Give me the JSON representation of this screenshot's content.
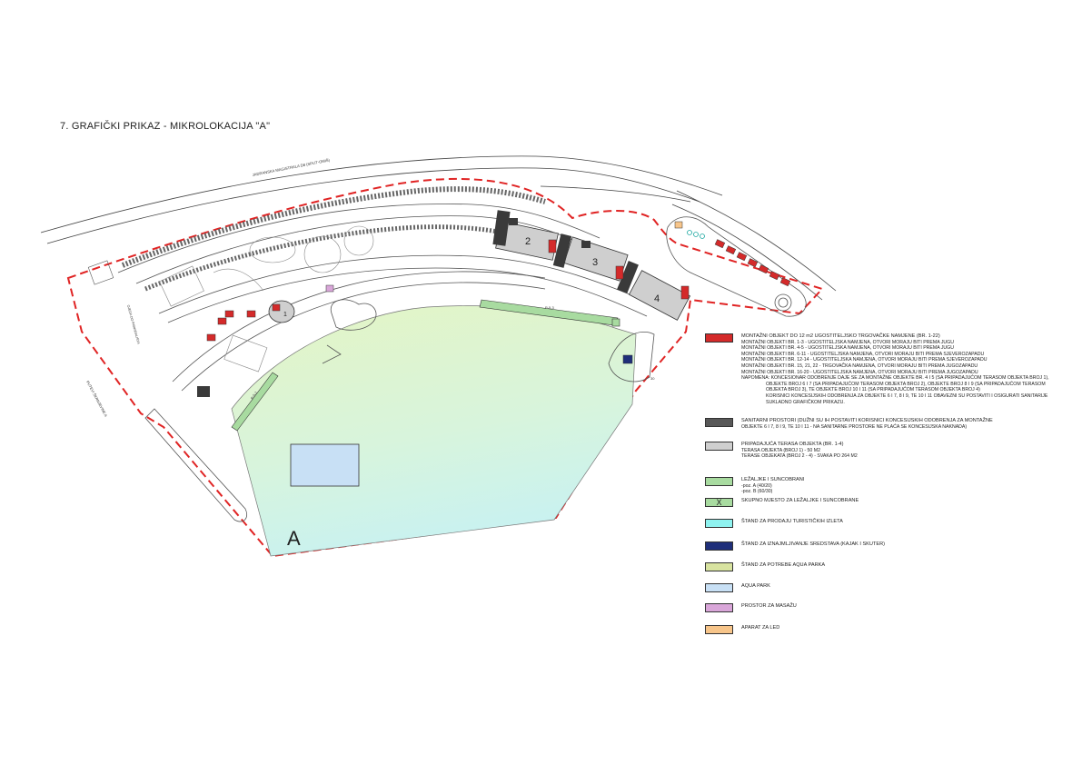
{
  "title": "7. GRAFIČKI PRIKAZ - MIKROLOKACIJA \"A\"",
  "map": {
    "road_label": "JADRANSKA MAGISTRALA D8 (SPLIT-OMIŠ)",
    "street_label": "PUTEVI ŠKRNJEVINE A",
    "side_label": "OJEDA DO PARKIRALIŠTA",
    "zone_label": "A",
    "terrace_numbers": [
      "1",
      "2",
      "3",
      "4"
    ],
    "loungers_a_label": "P-5-3",
    "loungers_b_label": "P-5-2",
    "loungers_c_label": "P-5-1",
    "note_label": "30"
  },
  "legend": {
    "items": [
      {
        "color": "#d42a2a",
        "mark": "",
        "title": "MONTAŽNI OBJEKT DO 12 m2 UGOSTITELJSKO TRGOVAČKE NAMJENE (BR. 1-22)",
        "lines": [
          "MONTAŽNI OBJEKTI BR. 1-3 - UGOSTITELJSKA NAMJENA, OTVORI MORAJU BITI PREMA JUGU",
          "MONTAŽNI OBJEKTI BR. 4-5 - UGOSTITELJSKA NAMJENA, OTVORI MORAJU BITI PREMA JUGU",
          "MONTAŽNI OBJEKTI BR. 6-11 - UGOSTITELJSKA NAMJENA, OTVORI MORAJU BITI PREMA SJEVEROZAPADU",
          "MONTAŽNI OBJEKTI BR. 12-14 - UGOSTITELJSKA NAMJENA, OTVORI MORAJU BITI PREMA SJEVEROZAPADU",
          "MONTAŽNI OBJEKTI BR. 15, 21, 22 - TRGOVAČKA NAMJENA, OTVORI MORAJU BITI PREMA JUGOZAPADU",
          "MONTAŽNI OBJEKTI BR. 16-20 - UGOSTITELJSKA NAMJENA, OTVORI MORAJU BITI PREMA JUGOZAPADU",
          "NAPOMENA: KONCESIONAR ODOBRENJE DAJE SE ZA MONTAŽNE OBJEKTE BR. 4 I 5 (SA PRIPADAJUĆOM TERASOM OBJEKTA BROJ 1),",
          "OBJEKTE BROJ 6 I 7 (SA PRIPADAJUĆOM TERASOM OBJEKTA BROJ 2), OBJEKTE BROJ 8 I 9 (SA PRIPADAJUĆOM TERASOM",
          "OBJEKTA BROJ 3), TE OBJEKTE BROJ 10 I 11 (SA PRIPADAJUĆOM TERASOM OBJEKTA BROJ 4)",
          "KORISNICI KONCESIJSKIH ODOBRENJA ZA OBJEKTE 6 I 7, 8 I 9, TE 10 I 11 OBAVEZNI SU POSTAVITI I OSIGURATI SANITARIJE",
          "SUKLADNO GRAFIČKOM PRIKAZU."
        ]
      },
      {
        "color": "#585858",
        "mark": "",
        "title": "SANITARNI PROSTORI (DUŽNI SU IH POSTAVITI KORISNICI KONCESIJSKIH ODOBRENJA ZA MONTAŽNE",
        "lines": [
          "OBJEKTE 6 I 7, 8 I 9, TE 10 I 11 - NA SANITARNE PROSTORE NE PLAĆA SE KONCESIJSKA NAKNADA)"
        ]
      },
      {
        "color": "#cfcfcf",
        "mark": "",
        "title": "PRIPADAJUĆA TERASA OBJEKTA (BR. 1-4)",
        "lines": [
          "TERASA OBJEKTA (BROJ 1) - 50 M2",
          "TERASE OBJEKATA (BROJ 2 - 4) - SVAKA PO 264 M2"
        ]
      },
      {
        "color": "#a8dba0",
        "mark": "",
        "title": "LEŽALJKE I SUNCOBRANI",
        "lines": [
          "-poz. A (40/20)",
          "-poz. B (60/30)"
        ]
      },
      {
        "color": "#a8dba0",
        "mark": "X",
        "title": "SKUPNO MJESTO ZA LEŽALJKE I SUNCOBRANE",
        "lines": []
      },
      {
        "color": "#8ff3f0",
        "mark": "",
        "title": "ŠTAND ZA PRODAJU TURISTIČKIH IZLETA",
        "lines": []
      },
      {
        "color": "#1f2f7a",
        "mark": "",
        "title": "ŠTAND ZA IZNAJMLJIVANJE SREDSTAVA (KAJAK I SKUTER)",
        "lines": []
      },
      {
        "color": "#d8e3a0",
        "mark": "",
        "title": "ŠTAND ZA POTREBE AQUA PARKA",
        "lines": []
      },
      {
        "color": "#c8e0f5",
        "mark": "",
        "title": "AQUA PARK",
        "lines": []
      },
      {
        "color": "#d9a6d9",
        "mark": "",
        "title": "PROSTOR ZA MASAŽU",
        "lines": []
      },
      {
        "color": "#f7c58a",
        "mark": "",
        "title": "APARAT ZA LED",
        "lines": []
      }
    ]
  }
}
